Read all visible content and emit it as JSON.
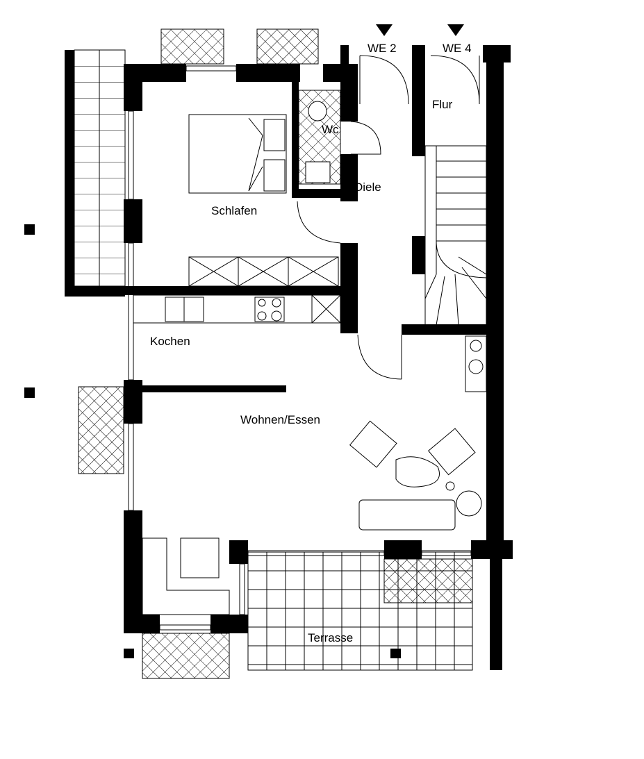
{
  "plan": {
    "entrances": [
      {
        "label": "WE 2"
      },
      {
        "label": "WE 4"
      }
    ],
    "rooms": {
      "flur": "Flur",
      "wc": "Wc",
      "diele": "Diele",
      "schlafen": "Schlafen",
      "kochen": "Kochen",
      "wohnen": "Wohnen/Essen",
      "terrasse": "Terrasse"
    },
    "colors": {
      "wall": "#000000",
      "background": "#ffffff"
    }
  }
}
